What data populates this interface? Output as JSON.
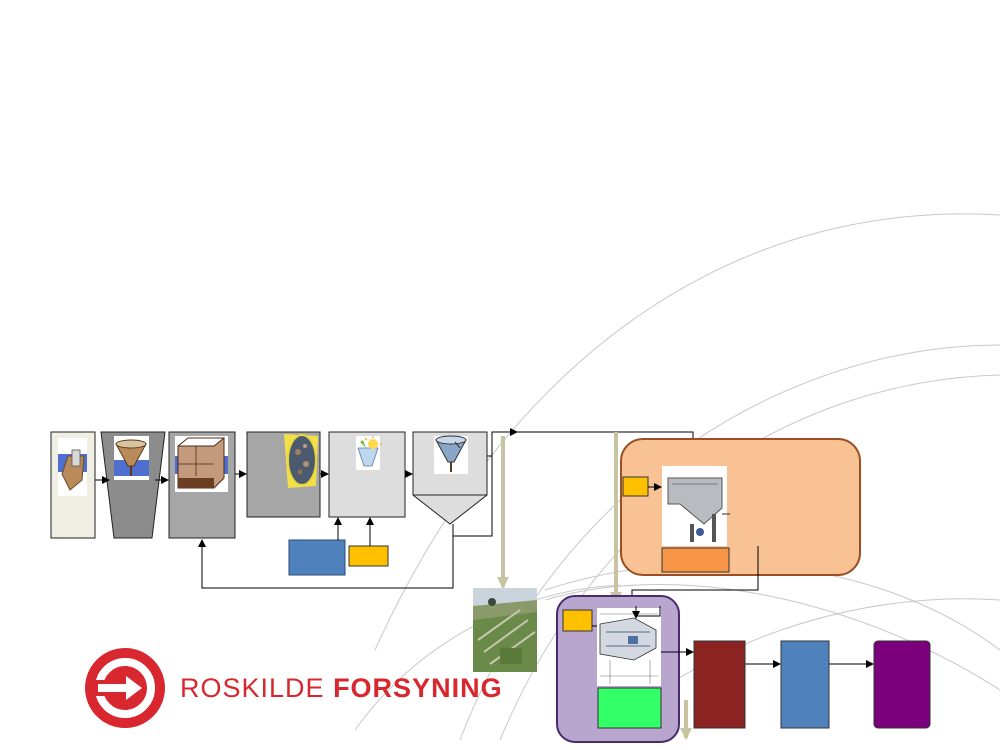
{
  "logo": {
    "name_part1": "ROSKILDE",
    "name_part2": "FORSYNING",
    "color": "#d8272f"
  },
  "colors": {
    "arc_line": "#c8c8c8",
    "flow_arrow": "#000000",
    "sludge_arrow": "#c8c3a0",
    "orange_group_fill": "#f9c295",
    "orange_group_stroke": "#9a4f21",
    "purple_group_fill": "#b9a6cf",
    "purple_group_stroke": "#4b2a6e",
    "blue_box": "#4f81bd",
    "yellow_box": "#ffc000",
    "orange_box": "#f79646",
    "green_box": "#33ff66",
    "dark_red_box": "#8b2323",
    "purple_box": "#7b007b"
  },
  "diagram": {
    "process_units": [
      {
        "id": "screening",
        "icon": "screening-icon"
      },
      {
        "id": "grit-chamber",
        "icon": "funnel-tank-icon"
      },
      {
        "id": "primary-tank",
        "icon": "primary-tank-icon"
      },
      {
        "id": "biological-treatment",
        "icon": "bio-treatment-photo"
      },
      {
        "id": "aeration",
        "icon": "aeration-icon"
      },
      {
        "id": "secondary-clarifier",
        "icon": "clarifier-icon"
      }
    ],
    "sludge_units": [
      {
        "id": "sludge-thickener",
        "icon": "thickener-machine-photo"
      },
      {
        "id": "reed-bed",
        "icon": "reed-bed-aerial-photo"
      },
      {
        "id": "centrifuge",
        "icon": "centrifuge-drawing-icon"
      }
    ]
  }
}
